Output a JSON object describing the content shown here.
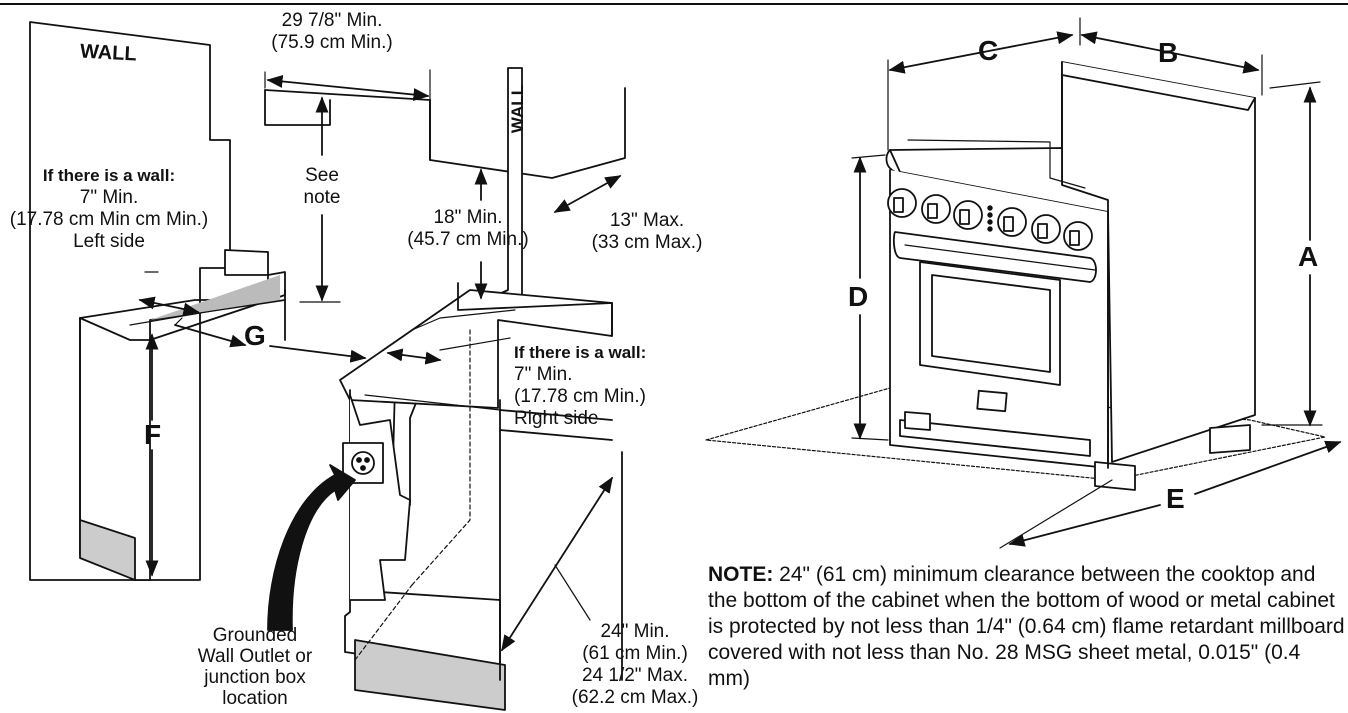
{
  "labels": {
    "wall_left": "WALL",
    "wall_right": "WALL",
    "top_clear_1": "29 7/8\" Min.",
    "top_clear_2": "(75.9 cm Min.)",
    "see_note_1": "See",
    "see_note_2": "note",
    "left_wall_head": "If there is a wall:",
    "left_wall_1": "7\" Min.",
    "left_wall_2": "(17.78 cm Min cm Min.)",
    "left_wall_3": "Left side",
    "upper_1": "18\" Min.",
    "upper_2": "(45.7 cm Min.)",
    "depth_1": "13\" Max.",
    "depth_2": "(33 cm Max.)",
    "right_wall_head": "If there is a wall:",
    "right_wall_1": "7\" Min.",
    "right_wall_2": "(17.78 cm Min.)",
    "right_wall_3": "Right side",
    "outlet_1": "Grounded",
    "outlet_2": "Wall Outlet or",
    "outlet_3": "junction box",
    "outlet_4": "location",
    "cab_1": "24\" Min.",
    "cab_2": "(61 cm Min.)",
    "cab_3": "24 1/2\" Max.",
    "cab_4": "(62.2 cm Max.)"
  },
  "letters": {
    "a": "A",
    "b": "B",
    "c": "C",
    "d": "D",
    "e": "E",
    "f": "F",
    "g": "G"
  },
  "note": {
    "head": "NOTE:",
    "body": "24\" (61 cm) minimum clearance between the cooktop and the bottom of the cabinet when the bottom of wood or metal cabinet is protected by not less than 1/4\" (0.64 cm) flame retardant millboard covered with not less than No. 28 MSG sheet metal, 0.015\" (0.4 mm)"
  }
}
